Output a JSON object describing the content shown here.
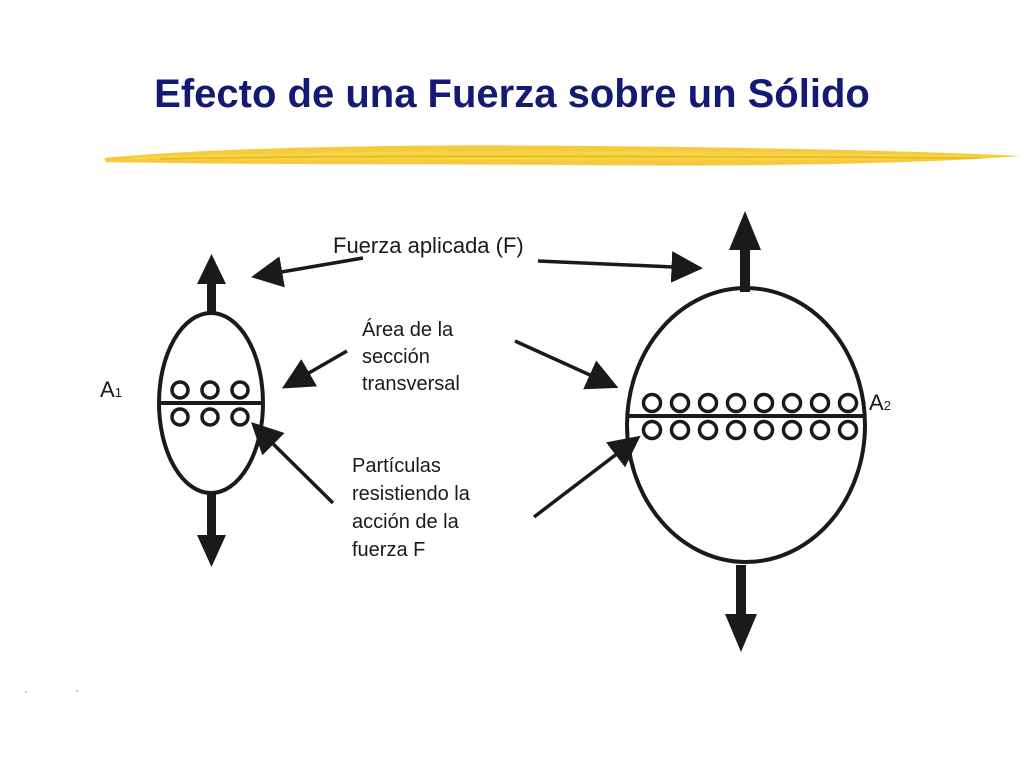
{
  "slide": {
    "title": "Efecto de una Fuerza sobre un Sólido"
  },
  "diagram": {
    "label_force": "Fuerza aplicada (F)",
    "label_area_lines": [
      "Área de la",
      "sección",
      "transversal"
    ],
    "label_particles_lines": [
      "Partículas",
      "resistiendo la",
      "acción de la",
      "fuerza F"
    ],
    "small_solid": {
      "area_letter": "A",
      "area_index": "1",
      "particles_per_row": 3
    },
    "large_solid": {
      "area_letter": "A",
      "area_index": "2",
      "particles_per_row": 8
    }
  },
  "colors": {
    "title": "#131a73",
    "stroke": "#1a1a1a",
    "highlight": "#f2c21c"
  }
}
